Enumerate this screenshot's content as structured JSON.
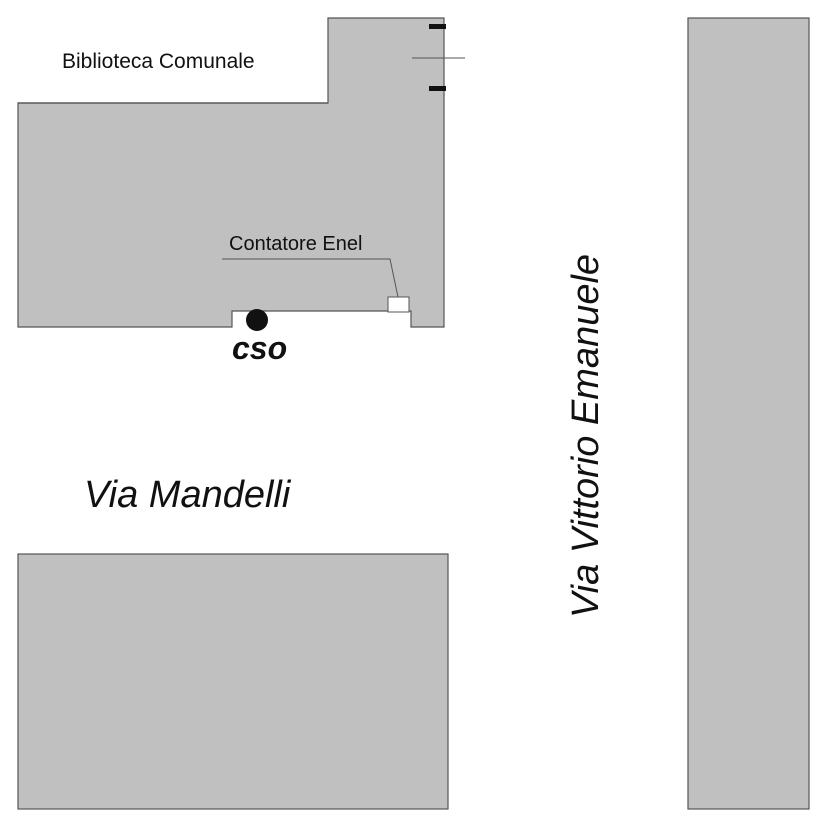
{
  "map": {
    "labels": {
      "library": "Biblioteca Comunale",
      "meter": "Contatore Enel",
      "cso": "cso",
      "street_horizontal": "Via Mandelli",
      "street_vertical": "Via Vittorio Emanuele"
    },
    "colors": {
      "block_fill": "#c0c0c0",
      "block_outline": "#555555",
      "background": "#ffffff",
      "marker": "#111111"
    },
    "icons": {
      "cso_marker": "filled-circle",
      "meter_box": "small-square"
    }
  }
}
